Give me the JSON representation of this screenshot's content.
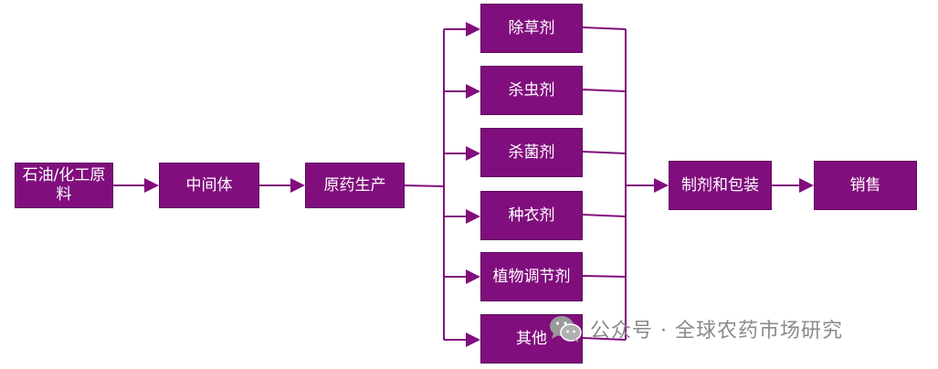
{
  "colors": {
    "node_fill": "#800e7d",
    "connector": "#800e7d",
    "watermark_text": "#8a8a8a"
  },
  "nodes": {
    "petrochemical": "石油/化工原料",
    "intermediate": "中间体",
    "technical_production": "原药生产",
    "herbicide": "除草剂",
    "insecticide": "杀虫剂",
    "fungicide": "杀菌剂",
    "seed_treatment": "种衣剂",
    "plant_growth_regulator": "植物调节剂",
    "others": "其他",
    "formulation_packaging": "制剂和包装",
    "sales": "销售"
  },
  "watermark": {
    "icon": "wechat-icon",
    "text": "公众号 · 全球农药市场研究"
  }
}
